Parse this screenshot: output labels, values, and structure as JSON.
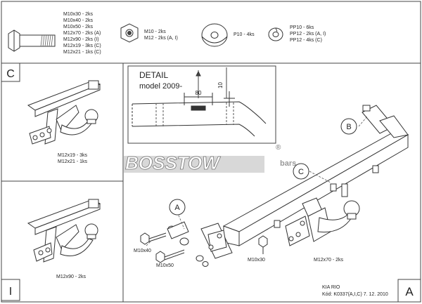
{
  "parts_list": {
    "bolts": [
      "M10x30 - 2ks",
      "M10x40 - 2ks",
      "M10x50 - 2ks",
      "M12x70 - 2ks (A)",
      "M12x90 - 2ks (I)",
      "M12x19 - 3ks (C)",
      "M12x21 - 1ks (C)"
    ],
    "nuts": [
      "M10 - 2ks",
      "M12 - 2ks (A, I)"
    ],
    "washer_p": "P10 - 4ks",
    "spring_washers": [
      "PP10 - 6ks",
      "PP12 - 2ks (A, I)",
      "PP12 - 4ks (C)"
    ]
  },
  "panels": {
    "c_letter": "C",
    "c_bolts": [
      "M12x19 - 3ks",
      "M12x21 - 1ks"
    ],
    "i_letter": "I",
    "i_bolt": "M12x90 - 2ks",
    "a_letter": "A"
  },
  "detail": {
    "title": "DETAIL",
    "subtitle": "model 2009-",
    "dim_width": "80",
    "dim_height": "10"
  },
  "watermark": {
    "brand": "BOSSTOW",
    "sub": "bars",
    "mark": "®"
  },
  "callouts": {
    "b": "B",
    "c": "C",
    "a": "A"
  },
  "main_labels": {
    "m10x40": "M10x40",
    "m10x50": "M10x50",
    "m10x30": "M10x30",
    "m12x70": "M12x70 - 2ks"
  },
  "footer": {
    "model": "KIA RIO",
    "code": "Kód: K0337(A,I,C)  7. 12. 2010"
  }
}
